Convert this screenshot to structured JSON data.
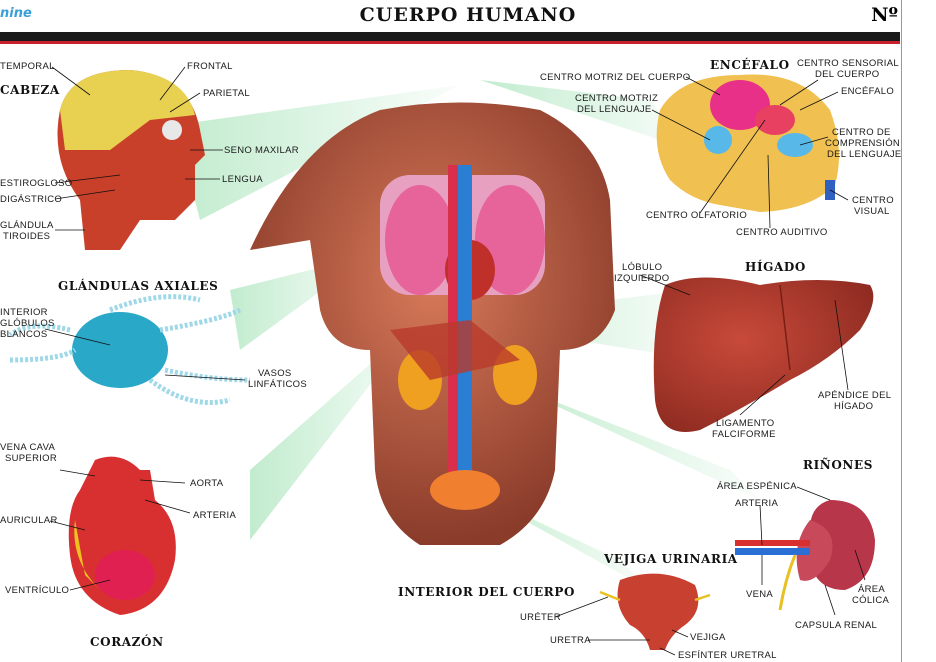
{
  "header": {
    "title": "CUERPO HUMANO",
    "number_label": "Nº",
    "logo_text": "nine"
  },
  "sections": {
    "cabeza": "CABEZA",
    "glandulas": "GLÁNDULAS AXIALES",
    "corazon": "CORAZÓN",
    "interior": "INTERIOR DEL CUERPO",
    "encefalo": "ENCÉFALO",
    "higado": "HÍGADO",
    "rinones": "RIÑONES",
    "vejiga": "VEJIGA URINARIA"
  },
  "labels": {
    "temporal": "TEMPORAL",
    "frontal": "FRONTAL",
    "parietal": "PARIETAL",
    "seno_maxilar": "SENO MAXILAR",
    "lengua": "LENGUA",
    "estirogloso": "ESTIROGLOSO",
    "digastrico": "DIGÁSTRICO",
    "glandula_1": "GLÁNDULA",
    "glandula_2": "TIROIDES",
    "interior_1": "INTERIOR",
    "interior_2": "GLÓBULOS",
    "interior_3": "BLANCOS",
    "vasos_1": "VASOS",
    "vasos_2": "LINFÁTICOS",
    "vena_cava_1": "VENA CAVA",
    "vena_cava_2": "SUPERIOR",
    "aorta": "AORTA",
    "auricular": "AURICULAR",
    "arteria_corazon": "ARTERIA",
    "ventriculo": "VENTRÍCULO",
    "centro_motriz_cuerpo": "CENTRO MOTRIZ DEL CUERPO",
    "centro_sensorial_1": "CENTRO SENSORIAL",
    "centro_sensorial_2": "DEL CUERPO",
    "encefalo_lbl": "ENCÉFALO",
    "centro_motriz_lenguaje_1": "CENTRO MOTRIZ",
    "centro_motriz_lenguaje_2": "DEL LENGUAJE",
    "centro_comprension_1": "CENTRO DE",
    "centro_comprension_2": "COMPRENSIÓN",
    "centro_comprension_3": "DEL LENGUAJE",
    "centro_visual_1": "CENTRO",
    "centro_visual_2": "VISUAL",
    "centro_olfatorio": "CENTRO OLFATORIO",
    "centro_auditivo": "CENTRO AUDITIVO",
    "lobulo_1": "LÓBULO",
    "lobulo_2": "IZQUIERDO",
    "apendice_1": "APÉNDICE DEL",
    "apendice_2": "HÍGADO",
    "ligamento_1": "LIGAMENTO",
    "ligamento_2": "FALCIFORME",
    "area_espenica": "ÁREA ESPÉNICA",
    "arteria_rinon": "ARTERIA",
    "vena": "VENA",
    "area_colica_1": "ÁREA",
    "area_colica_2": "CÓLICA",
    "capsula_renal": "CAPSULA RENAL",
    "ureter": "URÉTER",
    "uretra": "URETRA",
    "vejiga_lbl": "VEJIGA",
    "esfinter": "ESFÍNTER URETRAL"
  },
  "colors": {
    "header_bar": "#1a1a1a",
    "accent_line": "#c8202c",
    "beam": "#9fe0b0"
  }
}
